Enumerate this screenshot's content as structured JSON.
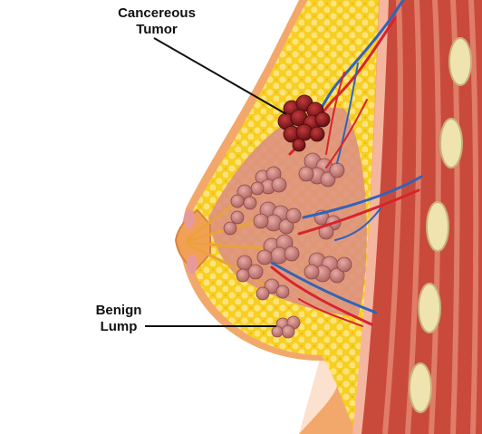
{
  "labels": {
    "cancerous_tumor": {
      "line1": "Cancereous",
      "line2": "Tumor"
    },
    "benign_lump": {
      "line1": "Benign",
      "line2": "Lump"
    }
  },
  "colors": {
    "background": "#fce1cf",
    "skin": "#f3a86b",
    "fat": "#f7d22a",
    "fat_globule": "#fde98a",
    "gland": "#d98a85",
    "tumor": "#8f1d22",
    "artery": "#d8242c",
    "vein": "#3064b8",
    "muscle": "#c8473a",
    "rib": "#efe3b0"
  },
  "icons": [
    "breast-cross-section-illustration"
  ]
}
